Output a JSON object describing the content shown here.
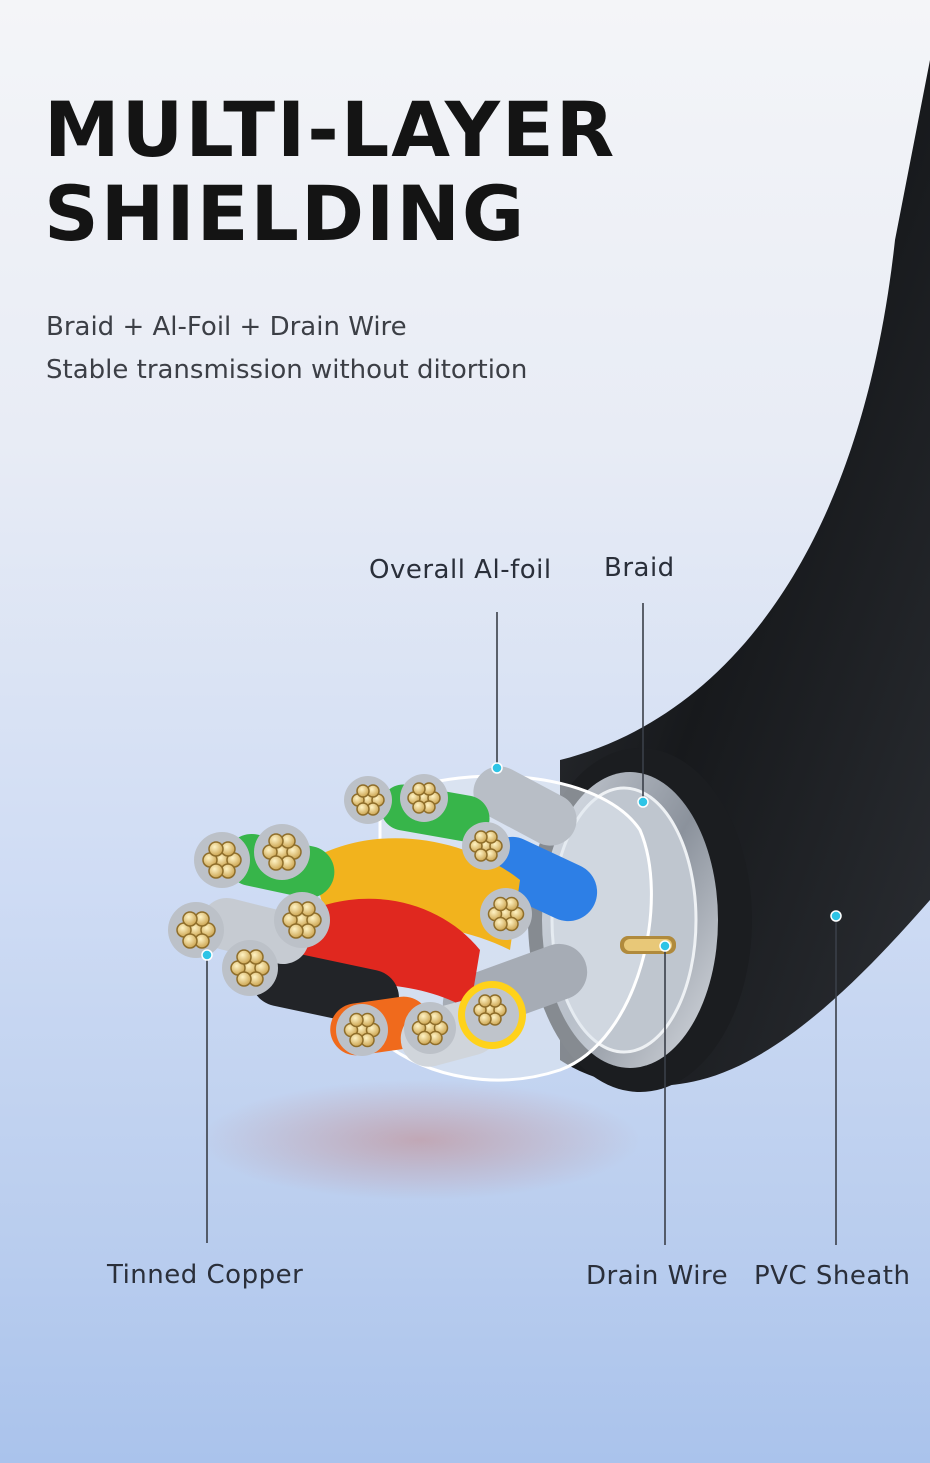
{
  "title": {
    "line1": "MULTI-LAYER",
    "line2": "SHIELDING"
  },
  "subtitle": {
    "line1": "Braid + Al-Foil + Drain Wire",
    "line2": "Stable transmission without ditortion"
  },
  "callouts": {
    "overall_al_foil": "Overall Al-foil",
    "braid": "Braid",
    "tinned_copper": "Tinned Copper",
    "drain_wire": "Drain Wire",
    "pvc_sheath": "PVC Sheath"
  },
  "colors": {
    "title": "#141414",
    "text": "#3c3f46",
    "callout_dot": "#2ec4e6",
    "sheath": "#1d1f22",
    "copper": "#e6cf8a",
    "insulation": [
      "#f2b31d",
      "#e0281f",
      "#2d7fe6",
      "#37b54a",
      "#9aa0a8",
      "#f06a1c",
      "#ffd21a"
    ]
  }
}
